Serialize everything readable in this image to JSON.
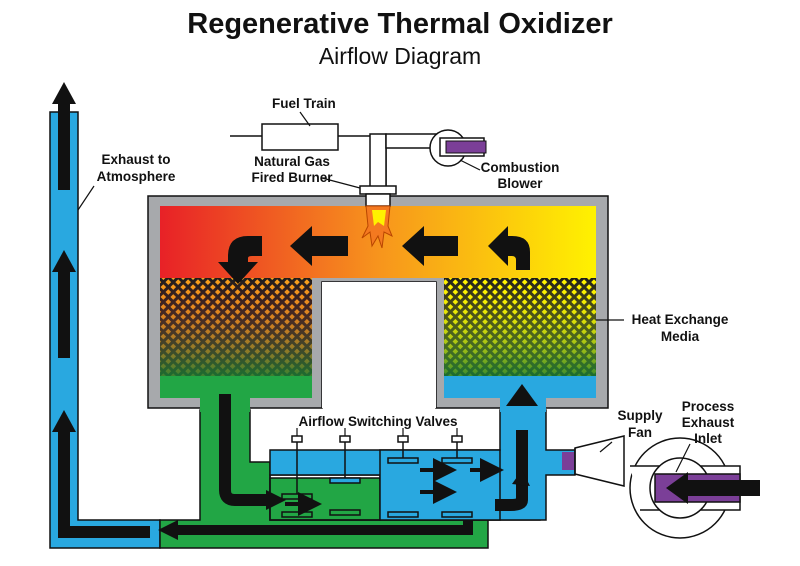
{
  "title": "Regenerative Thermal Oxidizer",
  "subtitle": "Airflow Diagram",
  "labels": {
    "fuel_train": "Fuel Train",
    "burner_line1": "Natural Gas",
    "burner_line2": "Fired Burner",
    "blower_line1": "Combustion",
    "blower_line2": "Blower",
    "exhaust_line1": "Exhaust to",
    "exhaust_line2": "Atmosphere",
    "media_line1": "Heat Exchange",
    "media_line2": "Media",
    "valves": "Airflow Switching Valves",
    "fan_line1": "Supply",
    "fan_line2": "Fan",
    "inlet_line1": "Process",
    "inlet_line2": "Exhaust",
    "inlet_line3": "Inlet"
  },
  "colors": {
    "exhaust_stack": "#29a8e0",
    "inlet_duct": "#29a8e0",
    "outlet_duct": "#22a645",
    "chamber_hot": "#e82127",
    "chamber_mid": "#f7941d",
    "chamber_cool": "#fff200",
    "shell": "#a7a9ac",
    "process_air": "#7b3f98",
    "arrow": "#111111"
  }
}
